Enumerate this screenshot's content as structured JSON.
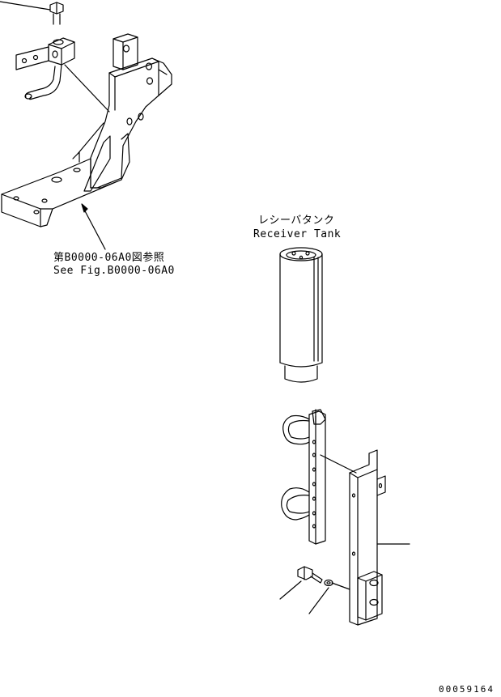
{
  "labels": {
    "bracket_ref_jp": "第B0000-06A0図参照",
    "bracket_ref_en": "See Fig.B0000-06A0",
    "tank_jp": "レシーバタンク",
    "tank_en": "Receiver Tank",
    "drawing_number": "00059164"
  }
}
